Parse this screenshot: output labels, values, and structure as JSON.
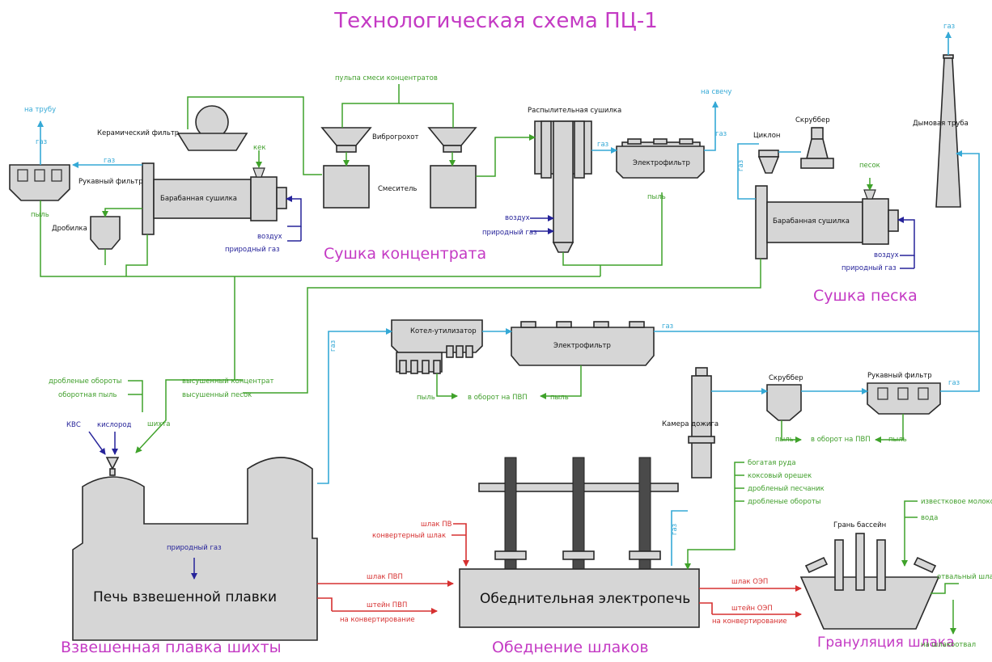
{
  "title": "Технологическая схема ПЦ-1",
  "sections": {
    "concentrate_drying": "Сушка концентрата",
    "sand_drying": "Сушка песка",
    "flash_smelting": "Взвешенная плавка шихты",
    "slag_cleaning": "Обеднение шлаков",
    "granulation": "Грануляция шлака"
  },
  "equipment": {
    "ceramic_filter": "Керамический фильтр",
    "vibro_screen": "Виброгрохот",
    "mixer": "Смеситель",
    "spray_dryer": "Распылительная сушилка",
    "electrofilter": "Электрофильтр",
    "bag_filter": "Рукавный фильтр",
    "drum_dryer": "Барабанная сушилка",
    "crusher": "Дробилка",
    "cyclone": "Циклон",
    "scrubber": "Скруббер",
    "chimney": "Дымовая труба",
    "waste_heat_boiler": "Котел-утилизатор",
    "afterburn_chamber": "Камера дожига",
    "flash_furnace": "Печь взвешенной плавки",
    "electric_furnace": "Обеднительная электропечь",
    "granulation_pool": "Грань бассейн"
  },
  "labels": {
    "to_pipe": "на трубу",
    "gas": "газ",
    "dust": "пыль",
    "cake": "кек",
    "air": "воздух",
    "natural_gas": "природный газ",
    "pulp_mix": "пульпа смеси концентратов",
    "to_candle": "на свечу",
    "sand": "песок",
    "crushed_returns": "дробленые обороты",
    "return_dust": "оборотная пыль",
    "charge": "шихта",
    "kvs": "КВС",
    "oxygen": "кислород",
    "dried_concentrate": "высушенный концентрат",
    "dried_sand": "высушенный песок",
    "to_pvp_return": "в оборот на ПВП",
    "rich_ore": "богатая руда",
    "coke_nut": "коксовый орешек",
    "crushed_sandstone": "дробленый песчаник",
    "crushed_returns2": "дробленые обороты",
    "slag_pv": "шлак ПВ",
    "converter_slag": "конвертерный шлак",
    "slag_pvp": "шлак ПВП",
    "matte_pvp": "штейн ПВП",
    "to_converting": "на конвертирование",
    "slag_oep": "шлак ОЭП",
    "matte_oep": "штейн ОЭП",
    "lime_milk": "известковое молоко",
    "water": "вода",
    "dump_slag": "отвальный шлак",
    "to_slag_dump": "на шлакоотвал"
  },
  "colors": {
    "solids_flow": "#3fa22a",
    "gas_flow": "#35a9d6",
    "fuel_air_flow": "#26239a",
    "melt_flow": "#d63030",
    "section_title": "#c43ac4",
    "equipment_fill": "#d6d6d6"
  }
}
